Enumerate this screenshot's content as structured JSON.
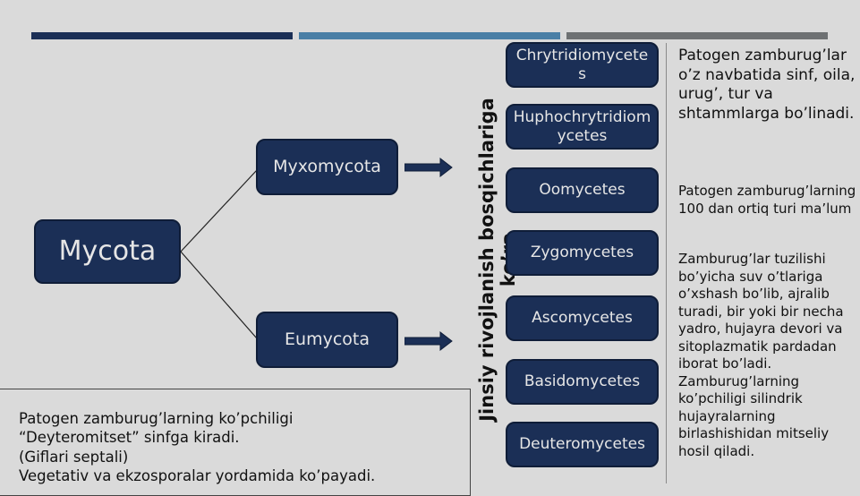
{
  "header_bars": {
    "left_color": "#1b2f56",
    "middle_color": "#4a7fa6",
    "right_color": "#6e7173"
  },
  "root": {
    "label": "Mycota"
  },
  "branches": [
    {
      "label": "Myxomycota"
    },
    {
      "label": "Eumycota"
    }
  ],
  "vertical_title": {
    "line1": "Jinsiy rivojlanish bosqichlariga",
    "line2": "ko’ra"
  },
  "classes": [
    {
      "label": "Chrytridiomycetes"
    },
    {
      "label": "Huphochrytridiomycetes"
    },
    {
      "label": "Oomycetes"
    },
    {
      "label": "Zygomycetes"
    },
    {
      "label": "Ascomycetes"
    },
    {
      "label": "Basidomycetes"
    },
    {
      "label": "Deuteromycetes"
    }
  ],
  "right_text": {
    "p1": "Patogen zamburug’lar o’z navbatida sinf, oila, urug’, tur va shtammlarga bo’linadi.",
    "p2": "Patogen zamburug’larning 100 dan ortiq turi ma’lum",
    "p3": "Zamburug’lar tuzilishi bo’yicha suv o’tlariga o’xshash bo’lib, ajralib turadi, bir yoki bir necha yadro, hujayra devori va sitoplazmatik pardadan iborat bo’ladi. Zamburug’larning ko’pchiligi silindrik hujayralarning birlashishidan mitseliy hosil qiladi."
  },
  "note": {
    "line1": "Patogen zamburug’larning ko’pchiligi",
    "line2": "“Deyteromitset” sinfga kiradi.",
    "line3": "(Giflari septali)",
    "line4": "Vegetativ va ekzosporalar yordamida ko’payadi."
  }
}
